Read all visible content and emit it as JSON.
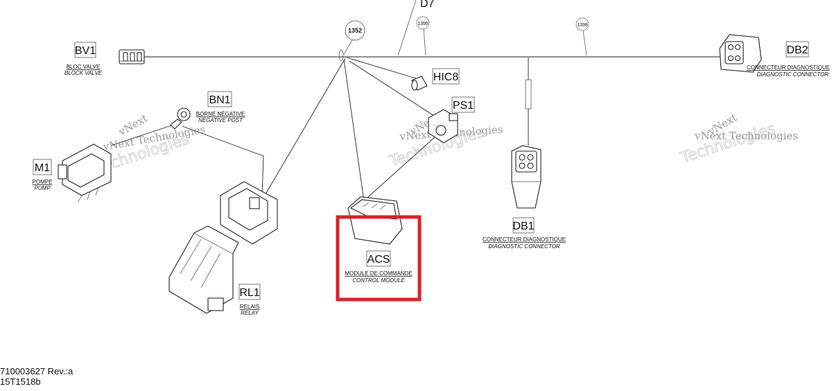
{
  "components": {
    "bv1": {
      "code": "BV1",
      "fr": "BLOC VALVE",
      "en": "BLOCK VALVE"
    },
    "bn1": {
      "code": "BN1",
      "fr": "BORNE NÉGATIVE",
      "en": "NEGATIVE POST"
    },
    "m1": {
      "code": "M1",
      "fr": "POMPE",
      "en": "PUMP"
    },
    "hic8": {
      "code": "HIC8"
    },
    "ps1": {
      "code": "PS1"
    },
    "acs": {
      "code": "ACS",
      "fr": "MODULE DE COMMANDE",
      "en": "CONTROL MODULE"
    },
    "db1": {
      "code": "DB1",
      "fr": "CONNECTEUR DIAGNOSTIQUE",
      "en": "DIAGNOSTIC CONNECTOR"
    },
    "db2": {
      "code": "DB2",
      "fr": "CONNECTEUR DIAGNOSTIQUE",
      "en": "DIAGNOSTIC CONNECTOR"
    },
    "rl1": {
      "code": "RL1",
      "fr": "RELAIS",
      "en": "RELAY"
    }
  },
  "refs": {
    "splice": "1352",
    "ref_a": "1398",
    "ref_b": "1398",
    "d7": "D7"
  },
  "watermark": {
    "line1": "vNext Technologies",
    "line2": "Technologies"
  },
  "footer": {
    "doc_number": "710003627 Rev.:a",
    "drawing_id": "15T1518b"
  },
  "highlight_color": "#d9232a"
}
